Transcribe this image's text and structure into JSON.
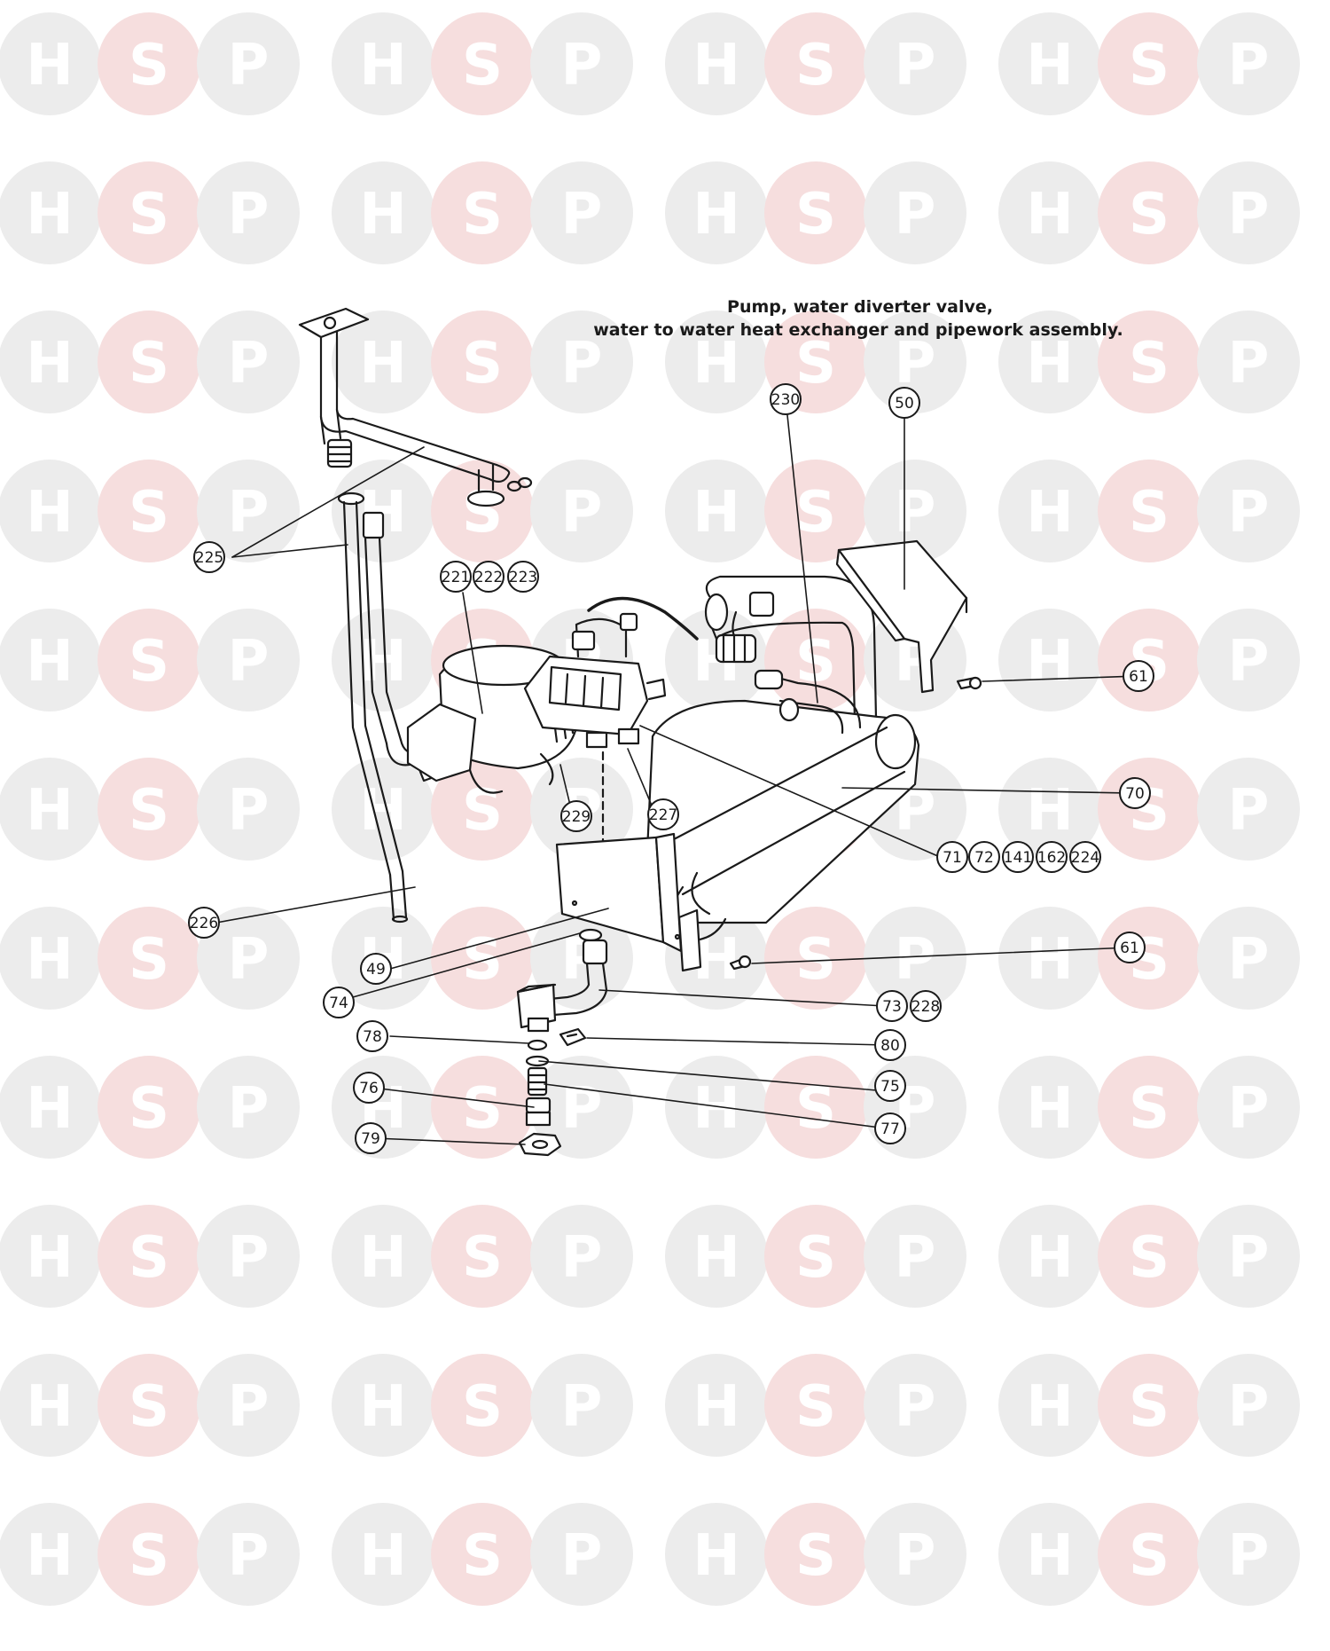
{
  "title": {
    "line1": "Pump, water diverter valve,",
    "line2": "water to water heat exchanger and pipework assembly."
  },
  "watermark": {
    "letters": [
      "H",
      "S",
      "P"
    ],
    "colors": {
      "H": "#ececec",
      "S": "#f6dede",
      "P": "#ececec",
      "text": "#ffffff"
    },
    "logo_text": "HSP"
  },
  "colors": {
    "line": "#1a1a1a",
    "background": "#ffffff"
  },
  "callouts": [
    {
      "id": "c-225",
      "label": "225"
    },
    {
      "id": "c-221",
      "label": "221"
    },
    {
      "id": "c-222",
      "label": "222"
    },
    {
      "id": "c-223",
      "label": "223"
    },
    {
      "id": "c-230",
      "label": "230"
    },
    {
      "id": "c-50",
      "label": "50"
    },
    {
      "id": "c-61a",
      "label": "61"
    },
    {
      "id": "c-70",
      "label": "70"
    },
    {
      "id": "c-229",
      "label": "229"
    },
    {
      "id": "c-227",
      "label": "227"
    },
    {
      "id": "c-71",
      "label": "71"
    },
    {
      "id": "c-72",
      "label": "72"
    },
    {
      "id": "c-141",
      "label": "141"
    },
    {
      "id": "c-162",
      "label": "162"
    },
    {
      "id": "c-224",
      "label": "224"
    },
    {
      "id": "c-226",
      "label": "226"
    },
    {
      "id": "c-61b",
      "label": "61"
    },
    {
      "id": "c-49",
      "label": "49"
    },
    {
      "id": "c-74",
      "label": "74"
    },
    {
      "id": "c-73",
      "label": "73"
    },
    {
      "id": "c-228",
      "label": "228"
    },
    {
      "id": "c-78",
      "label": "78"
    },
    {
      "id": "c-80",
      "label": "80"
    },
    {
      "id": "c-75",
      "label": "75"
    },
    {
      "id": "c-76",
      "label": "76"
    },
    {
      "id": "c-77",
      "label": "77"
    },
    {
      "id": "c-79",
      "label": "79"
    }
  ]
}
